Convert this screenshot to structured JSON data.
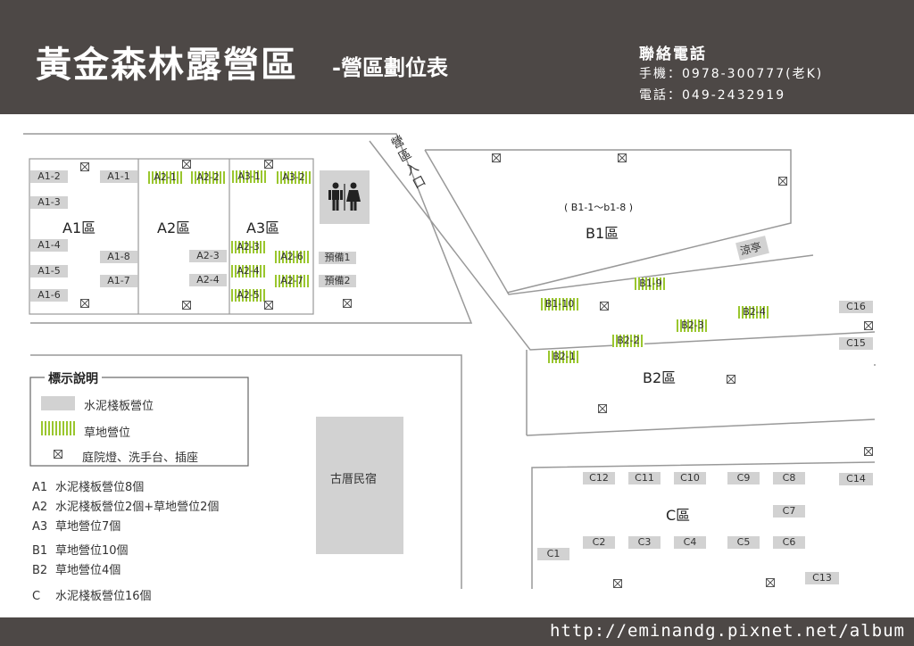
{
  "header": {
    "title": "黃金森林露營區",
    "subtitle": "-營區劃位表",
    "contact_title": "聯絡電話",
    "mobile": "手機：0978-300777(老K)",
    "phone": "電話：049-2432919"
  },
  "colors": {
    "header_bg": "#4d4846",
    "cement": "#d2d2d2",
    "grass": "#9ac62e"
  },
  "icons": [
    "restroom-icon",
    "lamp-icon"
  ],
  "zones": {
    "a1": "A1區",
    "a2": "A2區",
    "a3": "A3區",
    "b1": "B1區",
    "b1_range": "( B1-1～b1-8 )",
    "b2": "B2區",
    "c": "C區"
  },
  "map_labels": {
    "entrance": "營區入口",
    "pavilion": "涼亭",
    "guesthouse": "古厝民宿",
    "reserve1": "預備1",
    "reserve2": "預備2"
  },
  "plots": {
    "a1_1": "A1-1",
    "a1_2": "A1-2",
    "a1_3": "A1-3",
    "a1_4": "A1-4",
    "a1_5": "A1-5",
    "a1_6": "A1-6",
    "a1_7": "A1-7",
    "a1_8": "A1-8",
    "a2_1": "A2-1",
    "a2_2": "A2-2",
    "a2_3": "A2-3",
    "a2_4": "A2-4",
    "a3_1": "A3-1",
    "a3_2": "A3-2",
    "a3_3": "A2-3",
    "a3_4": "A2-4",
    "a3_5": "A2-5",
    "a3_6": "A2-6",
    "a3_7": "A2-7",
    "b1_9": "B1-9",
    "b1_10": "B1-10",
    "b2_1": "B2-1",
    "b2_2": "B2-2",
    "b2_3": "B2-3",
    "b2_4": "B2-4",
    "c1": "C1",
    "c2": "C2",
    "c3": "C3",
    "c4": "C4",
    "c5": "C5",
    "c6": "C6",
    "c7": "C7",
    "c8": "C8",
    "c9": "C9",
    "c10": "C10",
    "c11": "C11",
    "c12": "C12",
    "c13": "C13",
    "c14": "C14",
    "c15": "C15",
    "c16": "C16"
  },
  "legend": {
    "title": "標示說明",
    "cement": "水泥棧板營位",
    "grass": "草地營位",
    "lamp": "庭院燈、洗手台、插座"
  },
  "summary": [
    {
      "code": "A1",
      "desc": "水泥棧板營位8個"
    },
    {
      "code": "A2",
      "desc": "水泥棧板營位2個+草地營位2個"
    },
    {
      "code": "A3",
      "desc": "草地營位7個"
    },
    {
      "code": "B1",
      "desc": "草地營位10個"
    },
    {
      "code": "B2",
      "desc": "草地營位4個"
    },
    {
      "code": "C",
      "desc": "水泥棧板營位16個"
    }
  ],
  "footer": {
    "url": "http://eminandg.pixnet.net/album"
  }
}
